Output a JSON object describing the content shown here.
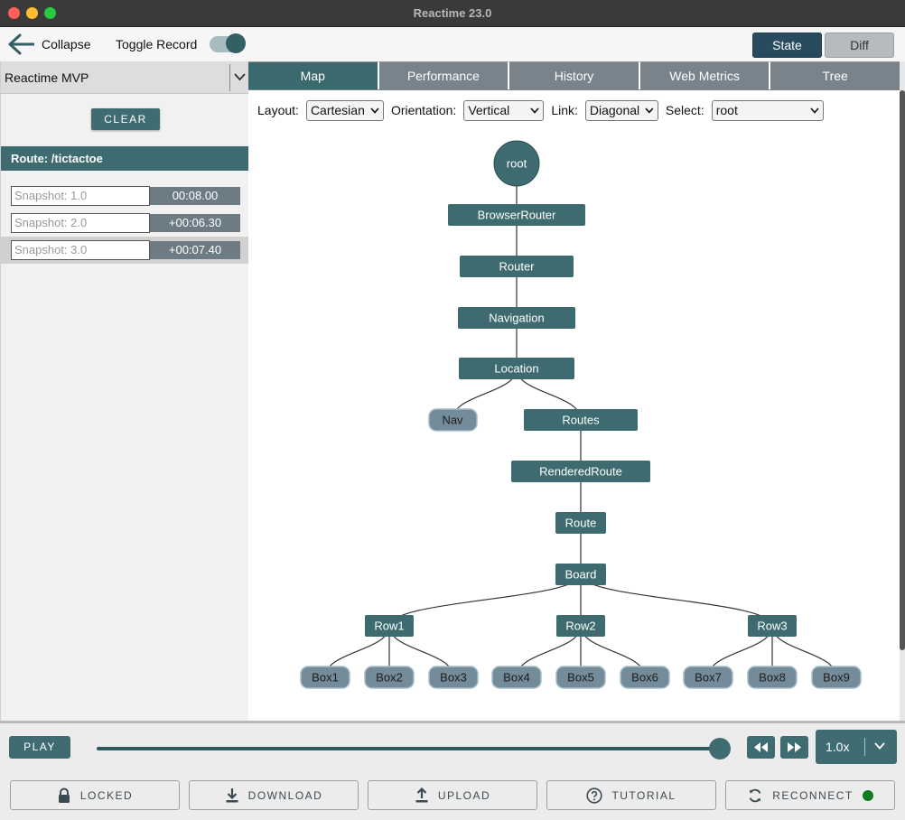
{
  "window": {
    "title": "Reactime 23.0"
  },
  "toolbar": {
    "collapse_label": "Collapse",
    "toggle_record_label": "Toggle Record",
    "state_label": "State",
    "diff_label": "Diff"
  },
  "sidebar": {
    "app_selected": "Reactime MVP",
    "clear_label": "CLEAR",
    "route_label": "Route: /tictactoe",
    "snapshots": [
      {
        "label": "Snapshot: 1.0",
        "time": "00:08.00"
      },
      {
        "label": "Snapshot: 2.0",
        "time": "+00:06.30"
      },
      {
        "label": "Snapshot: 3.0",
        "time": "+00:07.40"
      }
    ]
  },
  "tabs": [
    {
      "label": "Map"
    },
    {
      "label": "Performance"
    },
    {
      "label": "History"
    },
    {
      "label": "Web Metrics"
    },
    {
      "label": "Tree"
    }
  ],
  "map": {
    "layout_label": "Layout:",
    "layout_value": "Cartesian",
    "orientation_label": "Orientation:",
    "orientation_value": "Vertical",
    "link_label": "Link:",
    "link_value": "Diagonal",
    "select_label": "Select:",
    "select_value": "root",
    "nodes": {
      "root": "root",
      "browserrouter": "BrowserRouter",
      "router": "Router",
      "navigation": "Navigation",
      "location": "Location",
      "nav": "Nav",
      "routes": "Routes",
      "renderedroute": "RenderedRoute",
      "route": "Route",
      "board": "Board",
      "row1": "Row1",
      "row2": "Row2",
      "row3": "Row3",
      "box1": "Box1",
      "box2": "Box2",
      "box3": "Box3",
      "box4": "Box4",
      "box5": "Box5",
      "box6": "Box6",
      "box7": "Box7",
      "box8": "Box8",
      "box9": "Box9"
    }
  },
  "player": {
    "play_label": "PLAY",
    "speed_label": "1.0x",
    "progress_fraction": 1.0
  },
  "actions": {
    "locked_label": "LOCKED",
    "download_label": "DOWNLOAD",
    "upload_label": "UPLOAD",
    "tutorial_label": "TUTORIAL",
    "reconnect_label": "RECONNECT"
  },
  "colors": {
    "accent": "#3d6b6f",
    "leaf": "#748b99",
    "status_connected": "#0f7a1e"
  }
}
